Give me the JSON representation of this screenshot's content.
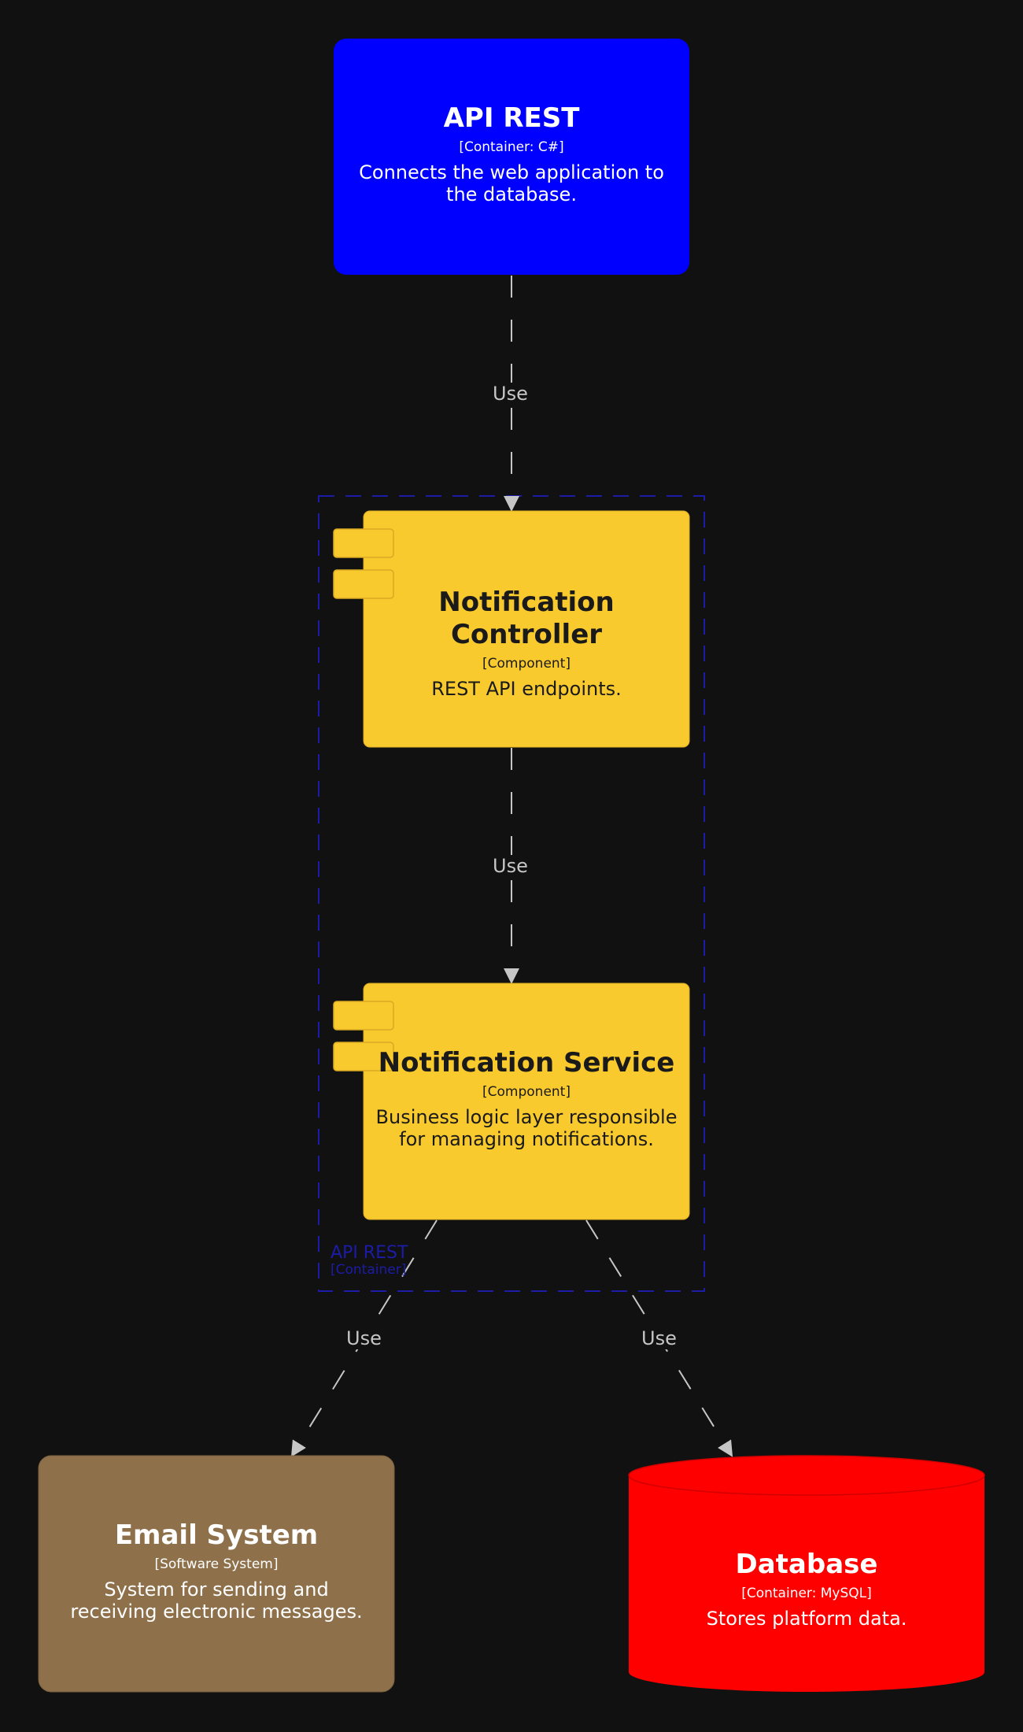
{
  "nodes": {
    "api_rest": {
      "title": "API REST",
      "technology": "[Container: C#]",
      "description": "Connects the web application to the database.",
      "color": "#0000ff"
    },
    "notification_controller": {
      "title": "Notification Controller",
      "technology": "[Component]",
      "description": "REST API endpoints.",
      "color": "#f9ca2e"
    },
    "notification_service": {
      "title": "Notification Service",
      "technology": "[Component]",
      "description": "Business logic layer responsible for managing notifications.",
      "color": "#f9ca2e"
    },
    "email_system": {
      "title": "Email System",
      "technology": "[Software System]",
      "description": "System for sending and receiving electronic messages.",
      "color": "#8e704b"
    },
    "database": {
      "title": "Database",
      "technology": "[Container: MySQL]",
      "description": "Stores platform data.",
      "color": "#ff0000"
    }
  },
  "boundary": {
    "title": "API REST",
    "technology": "[Container]",
    "color": "#1c1ca8"
  },
  "edges": [
    {
      "from": "api_rest",
      "to": "notification_controller",
      "label": "Use"
    },
    {
      "from": "notification_controller",
      "to": "notification_service",
      "label": "Use"
    },
    {
      "from": "notification_service",
      "to": "email_system",
      "label": "Use"
    },
    {
      "from": "notification_service",
      "to": "database",
      "label": "Use"
    }
  ],
  "edge_color": "#c6c6c6",
  "background": "#111111"
}
